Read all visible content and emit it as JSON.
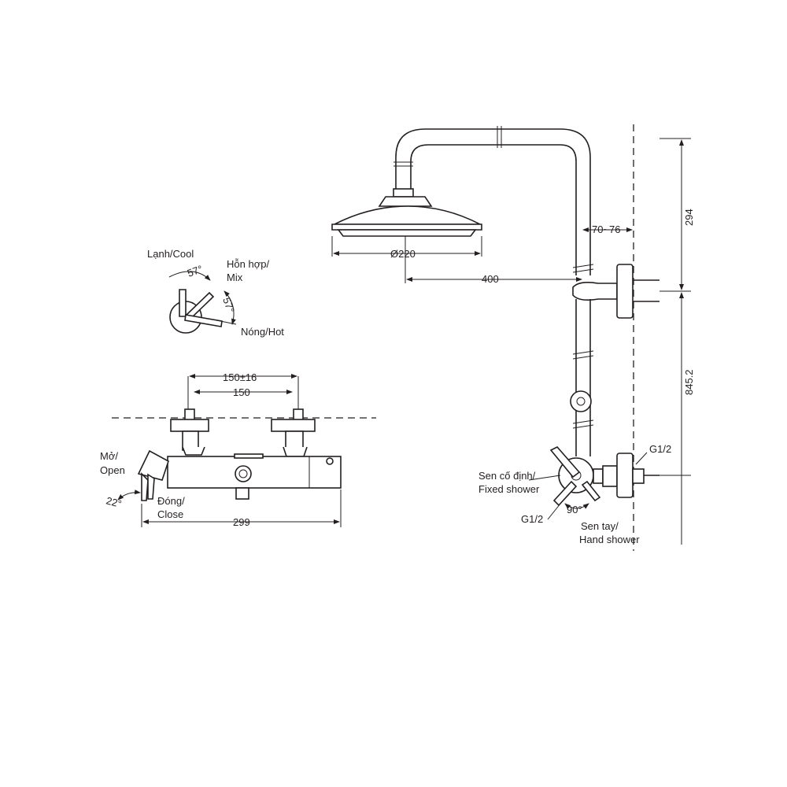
{
  "labels": {
    "cool": "Lạnh/Cool",
    "mix_1": "Hỗn hợp/",
    "mix_2": "Mix",
    "hot": "Nóng/Hot",
    "angle_a": "57°",
    "angle_b": "57°",
    "open_1": "Mở/",
    "open_2": "Open",
    "close_1": "Đóng/",
    "close_2": "Close",
    "angle_22": "22°",
    "fixed_1": "Sen cố định/",
    "fixed_2": "Fixed shower",
    "hand_1": "Sen tay/",
    "hand_2": "Hand shower",
    "g12_top": "G1/2",
    "g12_bottom": "G1/2",
    "angle_90": "90°"
  },
  "dimensions": {
    "d_150_16": "150±16",
    "d_150": "150",
    "d_299": "299",
    "d_220": "Ø220",
    "d_400": "400",
    "d_70_76": "70~76",
    "d_294": "294",
    "d_845": "845.2"
  }
}
